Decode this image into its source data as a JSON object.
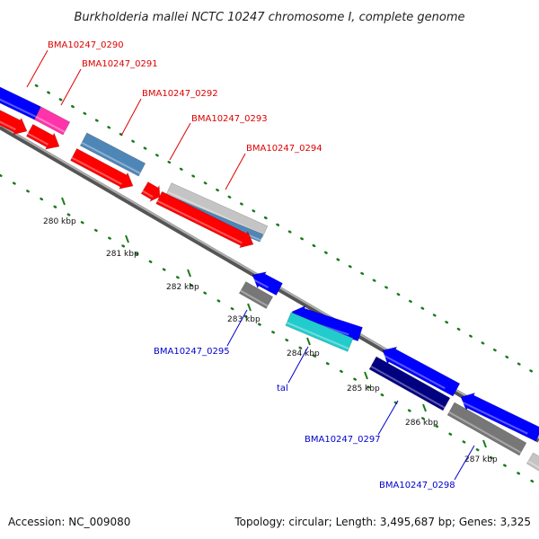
{
  "header": {
    "title": "Burkholderia mallei NCTC 10247 chromosome I, complete genome"
  },
  "footer": {
    "accession": "Accession: NC_009080",
    "summary": "Topology: circular; Length: 3,495,687 bp; Genes: 3,325"
  },
  "ticks": [
    "280 kbp",
    "281 kbp",
    "282 kbp",
    "283 kbp",
    "284 kbp",
    "285 kbp",
    "286 kbp",
    "287 kbp"
  ],
  "gene_labels": [
    {
      "text": "BMA10247_0290",
      "color": "#dd0000"
    },
    {
      "text": "BMA10247_0291",
      "color": "#dd0000"
    },
    {
      "text": "BMA10247_0292",
      "color": "#dd0000"
    },
    {
      "text": "BMA10247_0293",
      "color": "#dd0000"
    },
    {
      "text": "BMA10247_0294",
      "color": "#dd0000"
    },
    {
      "text": "BMA10247_0295",
      "color": "#0000cc"
    },
    {
      "text": "tal",
      "color": "#0000cc"
    },
    {
      "text": "BMA10247_0297",
      "color": "#0000cc"
    },
    {
      "text": "BMA10247_0298",
      "color": "#0000cc"
    }
  ],
  "colors": {
    "forward_cds": "#ff0000",
    "reverse_cds": "#0000ff",
    "rna": "#ff33aa",
    "steel_feature": "#4f86b8",
    "grey_feature": "#777777",
    "light_grey_feature": "#c4c4c4",
    "cyan_feature": "#22cccc",
    "navy_feature": "#000080",
    "backbone": "#888888",
    "gc_track": "#1a7a1a"
  }
}
